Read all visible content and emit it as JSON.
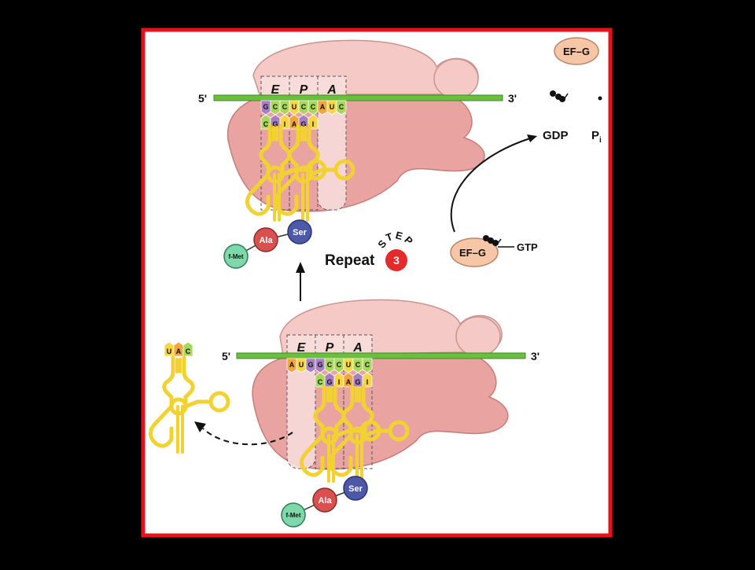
{
  "colors": {
    "background": "#000000",
    "frame_border": "#e8111a",
    "frame_fill": "#ffffff",
    "ribosome_large": "#e9a3a0",
    "ribosome_small": "#f5c9c6",
    "mrna": "#6abf3e",
    "trna": "#f2d233",
    "efg": "#f6c6a6",
    "fmet": "#7fd8a9",
    "ala": "#d9504f",
    "ser": "#4c58a8",
    "step_badge": "#e42a2a",
    "nt_green": "#a8d85a",
    "nt_purple": "#a67ec4",
    "nt_yellow": "#f6d743",
    "nt_orange": "#f3a43a"
  },
  "top_complex": {
    "five_prime": "5'",
    "three_prime": "3'",
    "sites": [
      "E",
      "P",
      "A"
    ],
    "mrna_codons": [
      "G",
      "C",
      "C",
      "U",
      "C",
      "C",
      "A",
      "U",
      "C"
    ],
    "anticodons": [
      "C",
      "G",
      "I",
      "A",
      "G",
      "I"
    ],
    "amino_acids": [
      "f-Met",
      "Ala",
      "Ser"
    ]
  },
  "bottom_complex": {
    "five_prime": "5'",
    "three_prime": "3'",
    "sites": [
      "E",
      "P",
      "A"
    ],
    "mrna_codons": [
      "A",
      "U",
      "G",
      "G",
      "C",
      "C",
      "U",
      "C",
      "C"
    ],
    "anticodons": [
      "C",
      "G",
      "I",
      "A",
      "G",
      "I"
    ],
    "amino_acids": [
      "f-Met",
      "Ala",
      "Ser"
    ]
  },
  "released_trna": {
    "anticodon": [
      "U",
      "A",
      "C"
    ]
  },
  "efg_free": {
    "label": "EF–G"
  },
  "efg_bound": {
    "label": "EF–G",
    "gtp": "GTP"
  },
  "products": {
    "gdp": "GDP",
    "pi": "P",
    "pi_sub": "i"
  },
  "step": {
    "repeat": "Repeat",
    "word": "STEP",
    "letters": [
      "S",
      "T",
      "E",
      "P"
    ],
    "number": "3"
  }
}
